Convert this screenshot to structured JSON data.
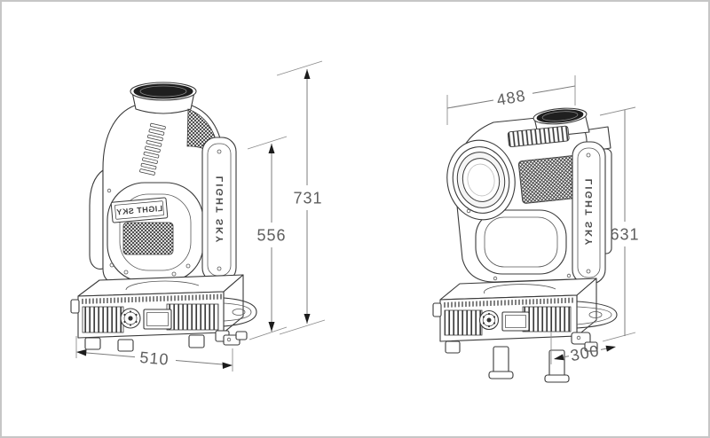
{
  "colors": {
    "line": "#3a3a3a",
    "dimension_text": "#5e5e5e",
    "dark_fill": "#1f1f1f",
    "frame_border": "#c6c6c6",
    "background": "#ffffff"
  },
  "views": {
    "rear": {
      "badge_text": "LIGHT SKY",
      "arm_text": "LIGHT SKY",
      "dims": {
        "overall_height": "731",
        "body_height": "556",
        "base_width": "510"
      }
    },
    "side": {
      "arm_text": "LIGHT SKY",
      "dims": {
        "top_width": "488",
        "overall_height": "631",
        "base_depth": "300"
      }
    }
  }
}
